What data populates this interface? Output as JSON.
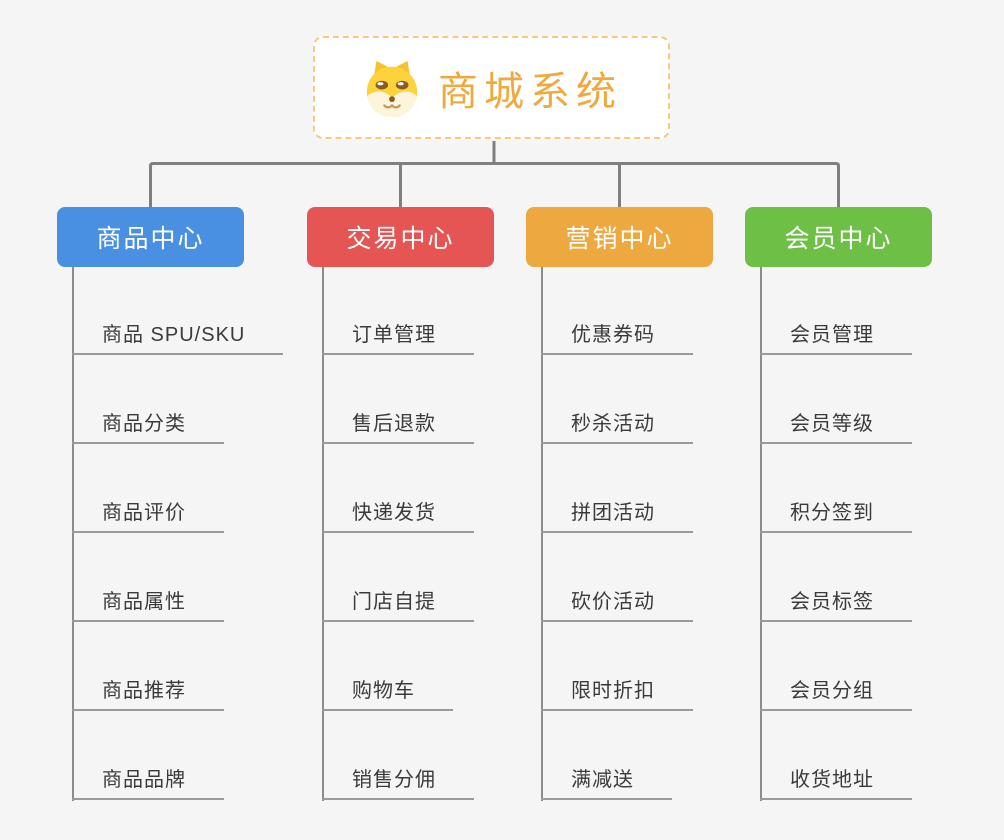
{
  "root": {
    "title": "商城系统",
    "icon": "doge-icon"
  },
  "branches": [
    {
      "label": "商品中心",
      "color": "#4a90e2",
      "items": [
        "商品 SPU/SKU",
        "商品分类",
        "商品评价",
        "商品属性",
        "商品推荐",
        "商品品牌"
      ]
    },
    {
      "label": "交易中心",
      "color": "#e45553",
      "items": [
        "订单管理",
        "售后退款",
        "快递发货",
        "门店自提",
        "购物车",
        "销售分佣"
      ]
    },
    {
      "label": "营销中心",
      "color": "#eda83f",
      "items": [
        "优惠券码",
        "秒杀活动",
        "拼团活动",
        "砍价活动",
        "限时折扣",
        "满减送"
      ]
    },
    {
      "label": "会员中心",
      "color": "#6ebf45",
      "items": [
        "会员管理",
        "会员等级",
        "积分签到",
        "会员标签",
        "会员分组",
        "收货地址"
      ]
    }
  ],
  "colors": {
    "background": "#f5f5f6",
    "root_border": "#f6c981",
    "root_title": "#f0a93c",
    "connector": "#7f7f7f",
    "leaf_trunk": "#8c8c8c",
    "leaf_line": "#9a9a9a",
    "leaf_text": "#3a3a3a"
  }
}
